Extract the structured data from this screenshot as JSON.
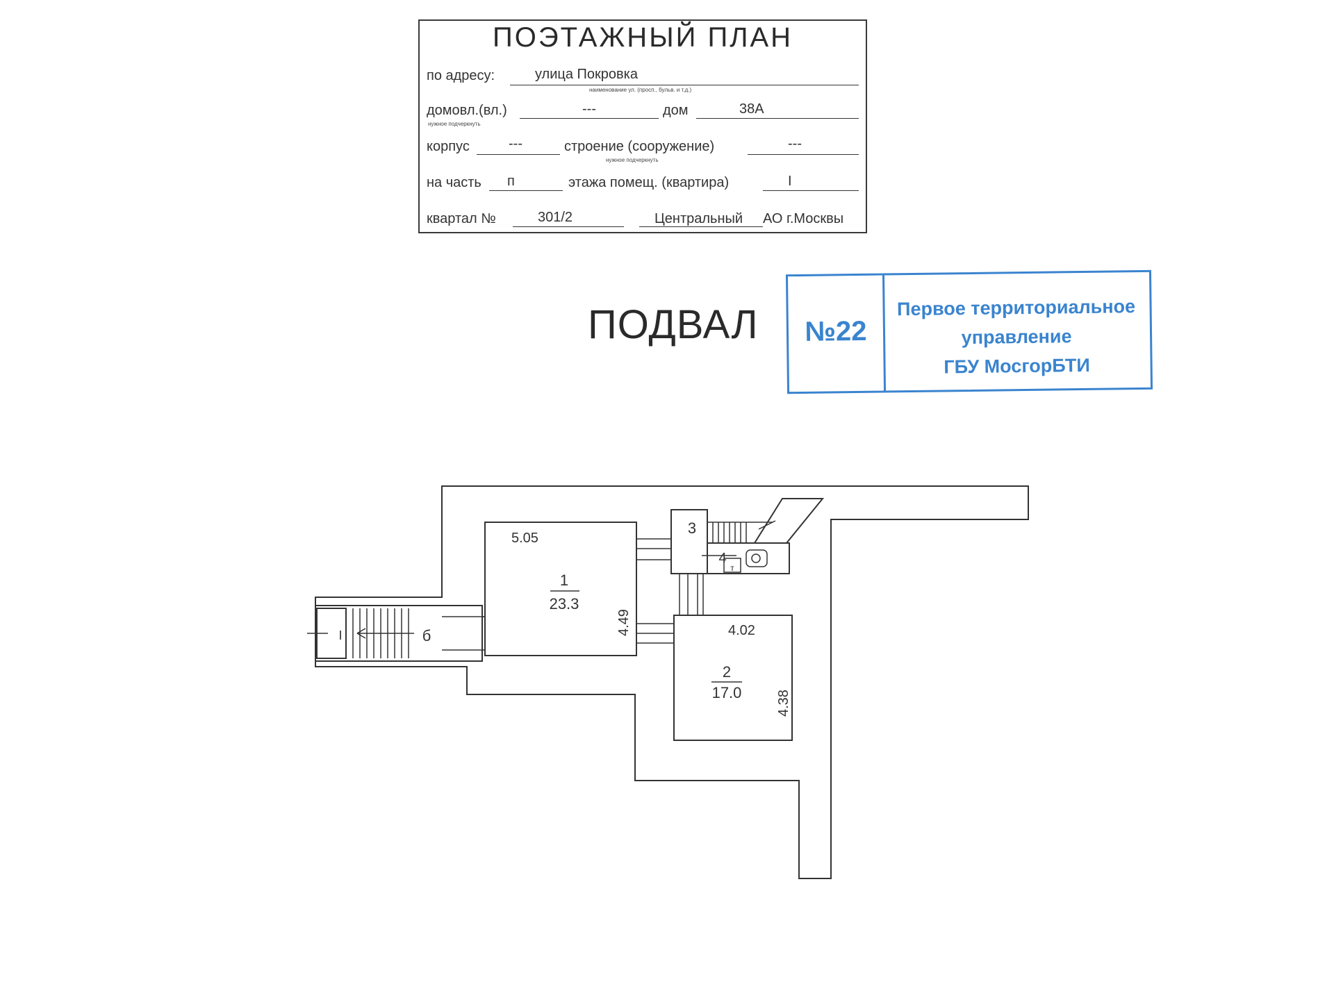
{
  "form": {
    "title": "ПОЭТАЖНЫЙ ПЛАН",
    "address_label": "по адресу:",
    "address_value": "улица Покровка",
    "address_hint": "наименование ул. (просп., бульв. и т.д.)",
    "domovl_label": "домовл.(вл.)",
    "domovl_value": "---",
    "domovl_hint": "нужное подчеркнуть",
    "dom_label": "дом",
    "dom_value": "38А",
    "korpus_label": "корпус",
    "korpus_value": "---",
    "stroenie_label": "строение (сооружение)",
    "stroenie_value": "---",
    "stroenie_hint": "нужное подчеркнуть",
    "chast_label": "на часть",
    "chast_value": "п",
    "etazh_label": "этажа помещ. (квартира)",
    "etazh_value": "I",
    "kvartal_label": "квартал №",
    "kvartal_value": "301/2",
    "okrug_value": "Центральный",
    "okrug_suffix": "АО г.Москвы"
  },
  "heading": "ПОДВАЛ",
  "stamp": {
    "number": "№22",
    "line1": "Первое территориальное",
    "line2": "управление",
    "line3": "ГБУ МосгорБТИ",
    "color": "#3a84cf"
  },
  "plan": {
    "room1_number": "1",
    "room1_area": "23.3",
    "room1_width": "5.05",
    "room1_depth": "4.49",
    "room2_number": "2",
    "room2_area": "17.0",
    "room2_width": "4.02",
    "room2_depth": "4.38",
    "room3_number": "3",
    "room4_number": "4",
    "room4_fixture": "т",
    "stair_label": "б",
    "entrance_label": "I"
  }
}
